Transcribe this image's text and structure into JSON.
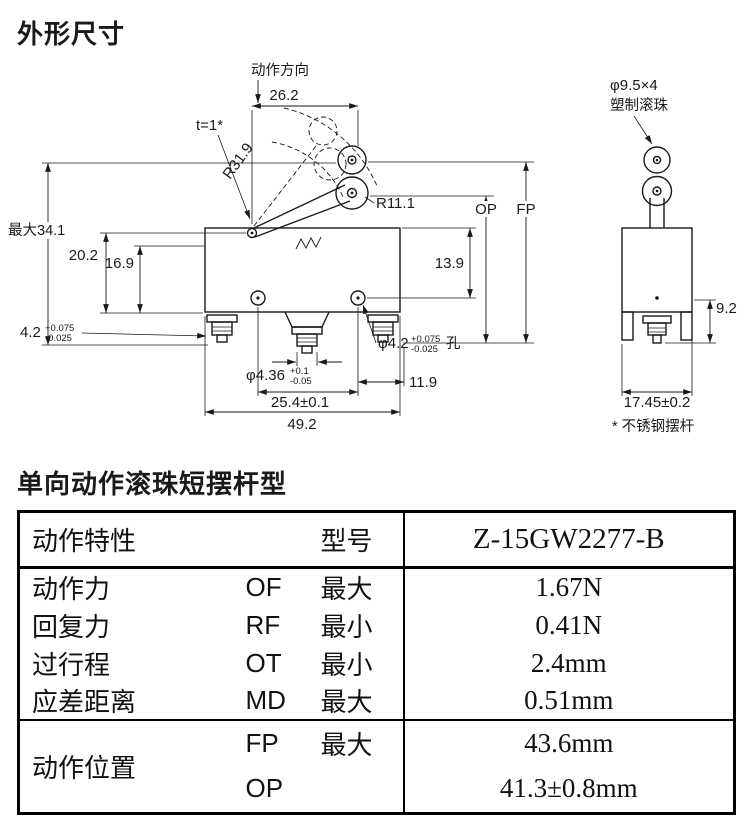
{
  "colors": {
    "ink": "#1a1a1a",
    "background": "#ffffff"
  },
  "page": {
    "title": "外形尺寸",
    "section_title": "单向动作滚珠短摆杆型",
    "footnote": "* 不锈钢摆杆"
  },
  "drawing": {
    "direction_label": "动作方向",
    "dims": {
      "d26_2": "26.2",
      "t1": "t=1*",
      "r31_9": "R31.9",
      "r11_1": "R11.1",
      "roller_dia": "φ9.5×4",
      "roller_material": "塑制滚珠",
      "op": "OP",
      "fp": "FP",
      "max34_1": "最大34.1",
      "d20_2": "20.2",
      "d16_9": "16.9",
      "d13_9": "13.9",
      "d9_2": "9.2",
      "slot": "4.2",
      "slot_tol_plus": "+0.075",
      "slot_tol_minus": "-0.025",
      "hole": "φ4.2",
      "hole_tol_plus": "+0.075",
      "hole_tol_minus": "-0.025",
      "hole_suffix": "孔",
      "plunger": "φ4.36",
      "plunger_tol_plus": "+0.1",
      "plunger_tol_minus": "-0.05",
      "d25_4": "25.4±0.1",
      "d11_9": "11.9",
      "d49_2": "49.2",
      "d17_45": "17.45±0.2"
    }
  },
  "table": {
    "header": {
      "characteristics": "动作特性",
      "model_label": "型号",
      "model_value": "Z-15GW2277-B"
    },
    "rows": [
      {
        "label": "动作力",
        "code": "OF",
        "qual": "最大",
        "value": "1.67N"
      },
      {
        "label": "回复力",
        "code": "RF",
        "qual": "最小",
        "value": "0.41N"
      },
      {
        "label": "过行程",
        "code": "OT",
        "qual": "最小",
        "value": "2.4mm"
      },
      {
        "label": "应差距离",
        "code": "MD",
        "qual": "最大",
        "value": "0.51mm"
      }
    ],
    "position_group": {
      "label": "动作位置",
      "rows": [
        {
          "code": "FP",
          "qual": "最大",
          "value": "43.6mm"
        },
        {
          "code": "OP",
          "qual": "",
          "value": "41.3±0.8mm"
        }
      ]
    }
  }
}
